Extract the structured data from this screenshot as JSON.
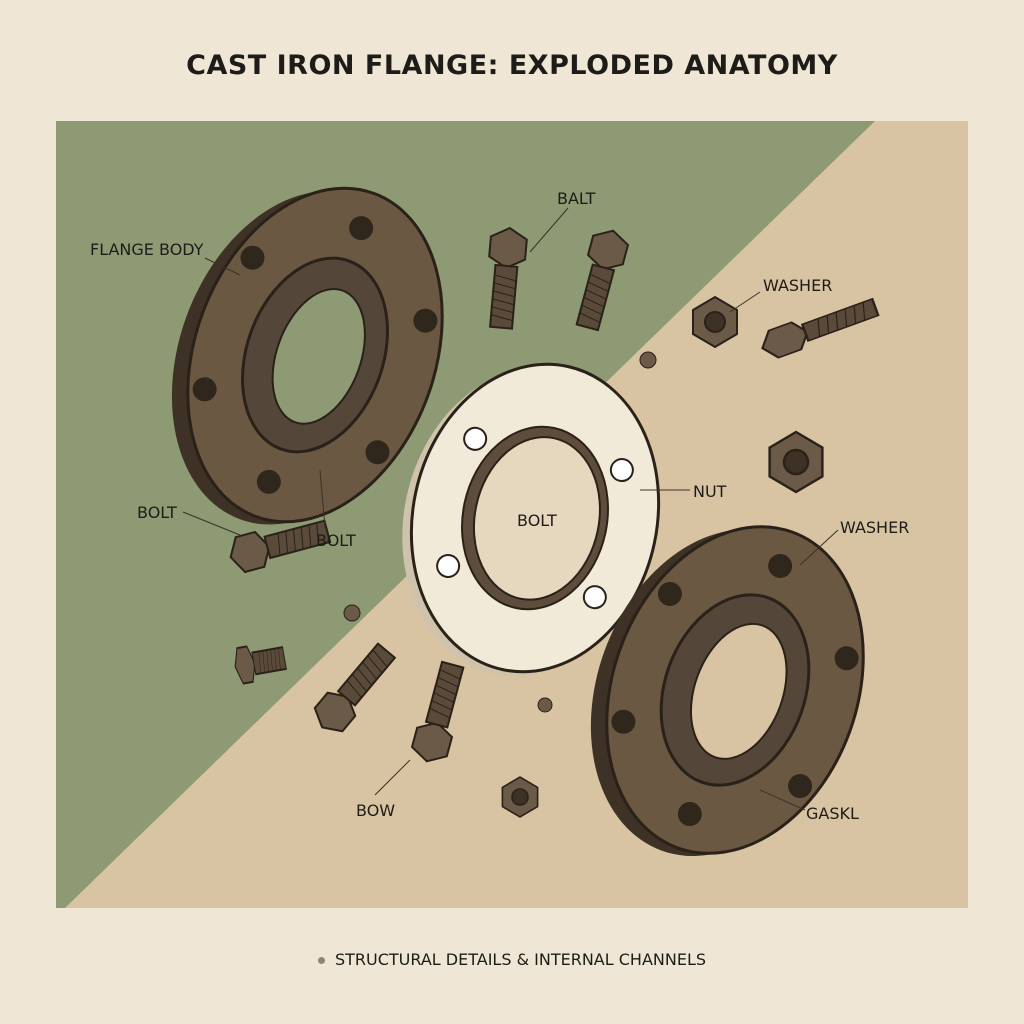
{
  "title": "CAST IRON FLANGE: EXPLODED ANATOMY",
  "colors": {
    "background": "#efe6d6",
    "panel_green": "#8e9a74",
    "panel_tan": "#d8c4a2",
    "iron": "#5e4d3c",
    "gasket": "#f2ead9"
  },
  "labels": {
    "flange_body": "FLANGE BODY",
    "balt": "BALT",
    "washer_top": "WASHER",
    "nut": "NUT",
    "bolt_center": "BOLT",
    "bolt_left": "BOLT",
    "bolt_under_flange": "BOLT",
    "washer_right": "WASHER",
    "bow": "BOW",
    "gaskl": "GASKL"
  },
  "footer": {
    "bullet_icon": "dot-icon",
    "text": "STRUCTURAL DETAILS & INTERNAL CHANNELS"
  }
}
